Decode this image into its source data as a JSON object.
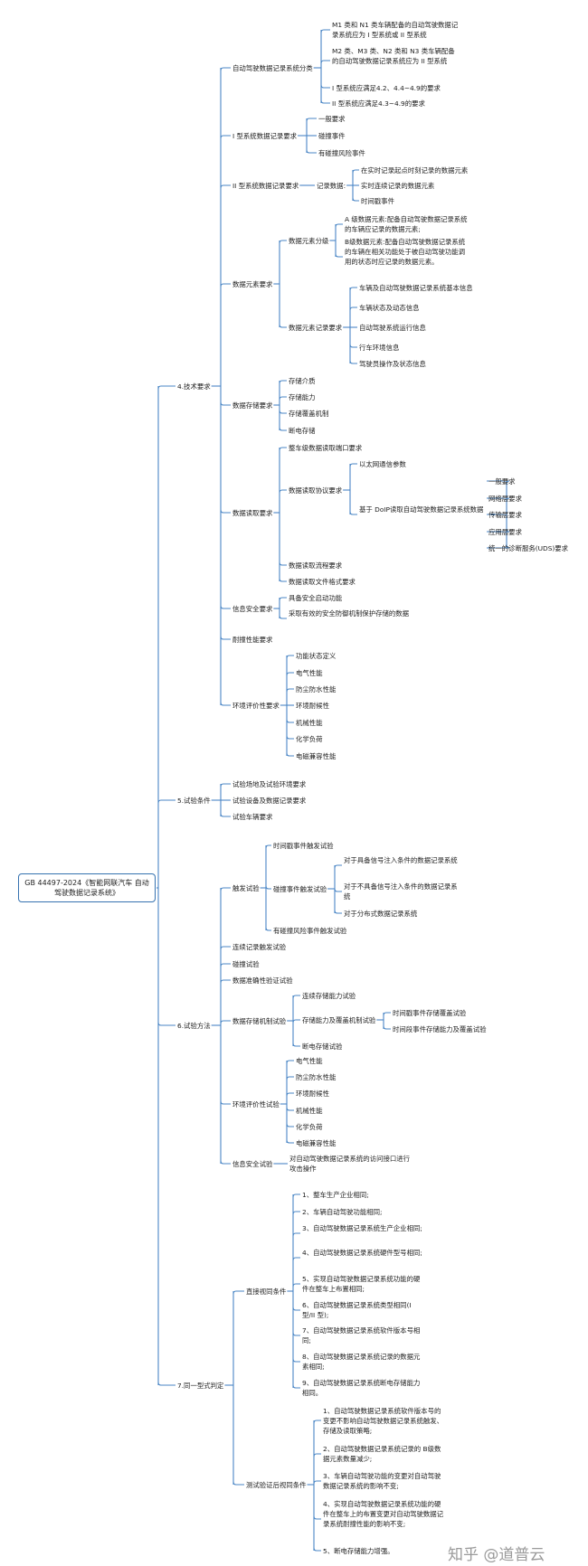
{
  "root": {
    "line1": "GB 44497-2024《智能网联汽车 自动",
    "line2": "驾驶数据记录系统》"
  },
  "watermark": "知乎 @道普云",
  "theme": {
    "line_color": "#4a86c5",
    "root_border": "#3572b0",
    "text_color": "#1e1e1e",
    "background": "#ffffff"
  },
  "nodes": {
    "s4": "4.技术要求",
    "s4_cls": "自动驾驶数据记录系统分类",
    "s4_cls_1": "M1 类和 N1 类车辆配备的自动驾驶数据记录系统应为 I 型系统或 II 型系统",
    "s4_cls_2": "M2 类、M3 类、N2 类和 N3 类车辆配备的自动驾驶数据记录系统应为 II 型系统",
    "s4_cls_3": "I 型系统应满足4.2、4.4~4.9的要求",
    "s4_cls_4": "II 型系统应满足4.3~4.9的要求",
    "s4_t1": "I 型系统数据记录要求",
    "s4_t1_1": "一般要求",
    "s4_t1_2": "碰撞事件",
    "s4_t1_3": "有碰撞风险事件",
    "s4_t2": "II 型系统数据记录要求",
    "s4_t2_rec": "记录数据:",
    "s4_t2_r1": "在实时记录起点时刻记录的数据元素",
    "s4_t2_r2": "实时连续记录的数据元素",
    "s4_t2_r3": "时间戳事件",
    "s4_de": "数据元素要求",
    "s4_de_grade": "数据元素分级",
    "s4_de_g1": "A 级数据元素:配备自动驾驶数据记录系统的车辆应记录的数据元素;",
    "s4_de_g2": "B级数据元素:配备自动驾驶数据记录系统的车辆在相关功能处于被自动驾驶功能调用的状态时应记录的数据元素。",
    "s4_de_rec": "数据元素记录要求",
    "s4_de_r1": "车辆及自动驾驶数据记录系统基本信息",
    "s4_de_r2": "车辆状态及动态信息",
    "s4_de_r3": "自动驾驶系统运行信息",
    "s4_de_r4": "行车环境信息",
    "s4_de_r5": "驾驶员操作及状态信息",
    "s4_st": "数据存储要求",
    "s4_st_1": "存储介质",
    "s4_st_2": "存储能力",
    "s4_st_3": "存储覆盖机制",
    "s4_st_4": "断电存储",
    "s4_rd": "数据读取要求",
    "s4_rd_1": "整车级数据读取端口要求",
    "s4_rd_proto": "数据读取协议要求",
    "s4_rd_p1": "以太网通信参数",
    "s4_rd_p2": "基于 DoIP读取自动驾驶数据记录系统数据",
    "s4_rd_d1": "一般要求",
    "s4_rd_d2": "网络层要求",
    "s4_rd_d3": "传输层要求",
    "s4_rd_d4": "应用层要求",
    "s4_rd_d5": "统一的诊断服务(UDS)要求",
    "s4_rd_3": "数据读取流程要求",
    "s4_rd_4": "数据读取文件格式要求",
    "s4_sec": "信息安全要求",
    "s4_sec_1": "具备安全启动功能",
    "s4_sec_2": "采取有效的安全防御机制保护存储的数据",
    "s4_dur": "耐撞性能要求",
    "s4_env": "环境评价性要求",
    "s4_env_1": "功能状态定义",
    "s4_env_2": "电气性能",
    "s4_env_3": "防尘防水性能",
    "s4_env_4": "环境耐候性",
    "s4_env_5": "机械性能",
    "s4_env_6": "化学负荷",
    "s4_env_7": "电磁兼容性能",
    "s5": "5.试验条件",
    "s5_1": "试验场地及试验环境要求",
    "s5_2": "试验设备及数据记录要求",
    "s5_3": "试验车辆要求",
    "s6": "6.试验方法",
    "s6_trig": "触发试验",
    "s6_trig_1": "时间戳事件触发试验",
    "s6_trig_2": "碰撞事件触发试验",
    "s6_trig_c1": "对于具备信号注入条件的数据记录系统",
    "s6_trig_c2": "对于不具备信号注入条件的数据记录系统",
    "s6_trig_c3": "对于分布式数据记录系统",
    "s6_trig_3": "有碰撞风险事件触发试验",
    "s6_cont": "连续记录触发试验",
    "s6_crash": "碰撞试验",
    "s6_acc": "数据准确性验证试验",
    "s6_st": "数据存储机制试验",
    "s6_st_1": "连续存储能力试验",
    "s6_st_2": "存储能力及覆盖机制试验",
    "s6_st_21": "时间戳事件存储覆盖试验",
    "s6_st_22": "时间段事件存储能力及覆盖试验",
    "s6_st_3": "断电存储试验",
    "s6_env": "环境评价性试验",
    "s6_env_1": "电气性能",
    "s6_env_2": "防尘防水性能",
    "s6_env_3": "环境耐候性",
    "s6_env_4": "机械性能",
    "s6_env_5": "化学负荷",
    "s6_env_6": "电磁兼容性能",
    "s6_sec": "信息安全试验",
    "s6_sec_1": "对自动驾驶数据记录系统的访问接口进行攻击操作",
    "s7": "7.同一型式判定",
    "s7_dir": "直接视同条件",
    "s7_d1": "1、整车生产企业相同;",
    "s7_d2": "2、车辆自动驾驶功能相同;",
    "s7_d3": "3、自动驾驶数据记录系统生产企业相同;",
    "s7_d4": "4、自动驾驶数据记录系统硬件型号相同;",
    "s7_d5": "5、实现自动驾驶数据记录系统功能的硬件在整车上布置相同;",
    "s7_d6": "6、自动驾驶数据记录系统类型相同(I 型/II 型);",
    "s7_d7": "7、自动驾驶数据记录系统软件版本号相同;",
    "s7_d8": "8、自动驾驶数据记录系统记录的数据元素相同;",
    "s7_d9": "9、自动驾驶数据记录系统断电存储能力相同。",
    "s7_test": "测试验证后视同条件",
    "s7_t1": "1、自动驾驶数据记录系统软件版本号的变更不影响自动驾驶数据记录系统触发、存储及读取策略;",
    "s7_t2": "2、自动驾驶数据记录系统记录的 B级数据元素数量减少;",
    "s7_t3": "3、车辆自动驾驶功能的变更对自动驾驶数据记录系统的影响不变;",
    "s7_t4": "4、实现自动驾驶数据记录系统功能的硬件在整车上的布置变更对自动驾驶数据记录系统耐撞性能的影响不变;",
    "s7_t5": "5、断电存储能力增强。"
  }
}
